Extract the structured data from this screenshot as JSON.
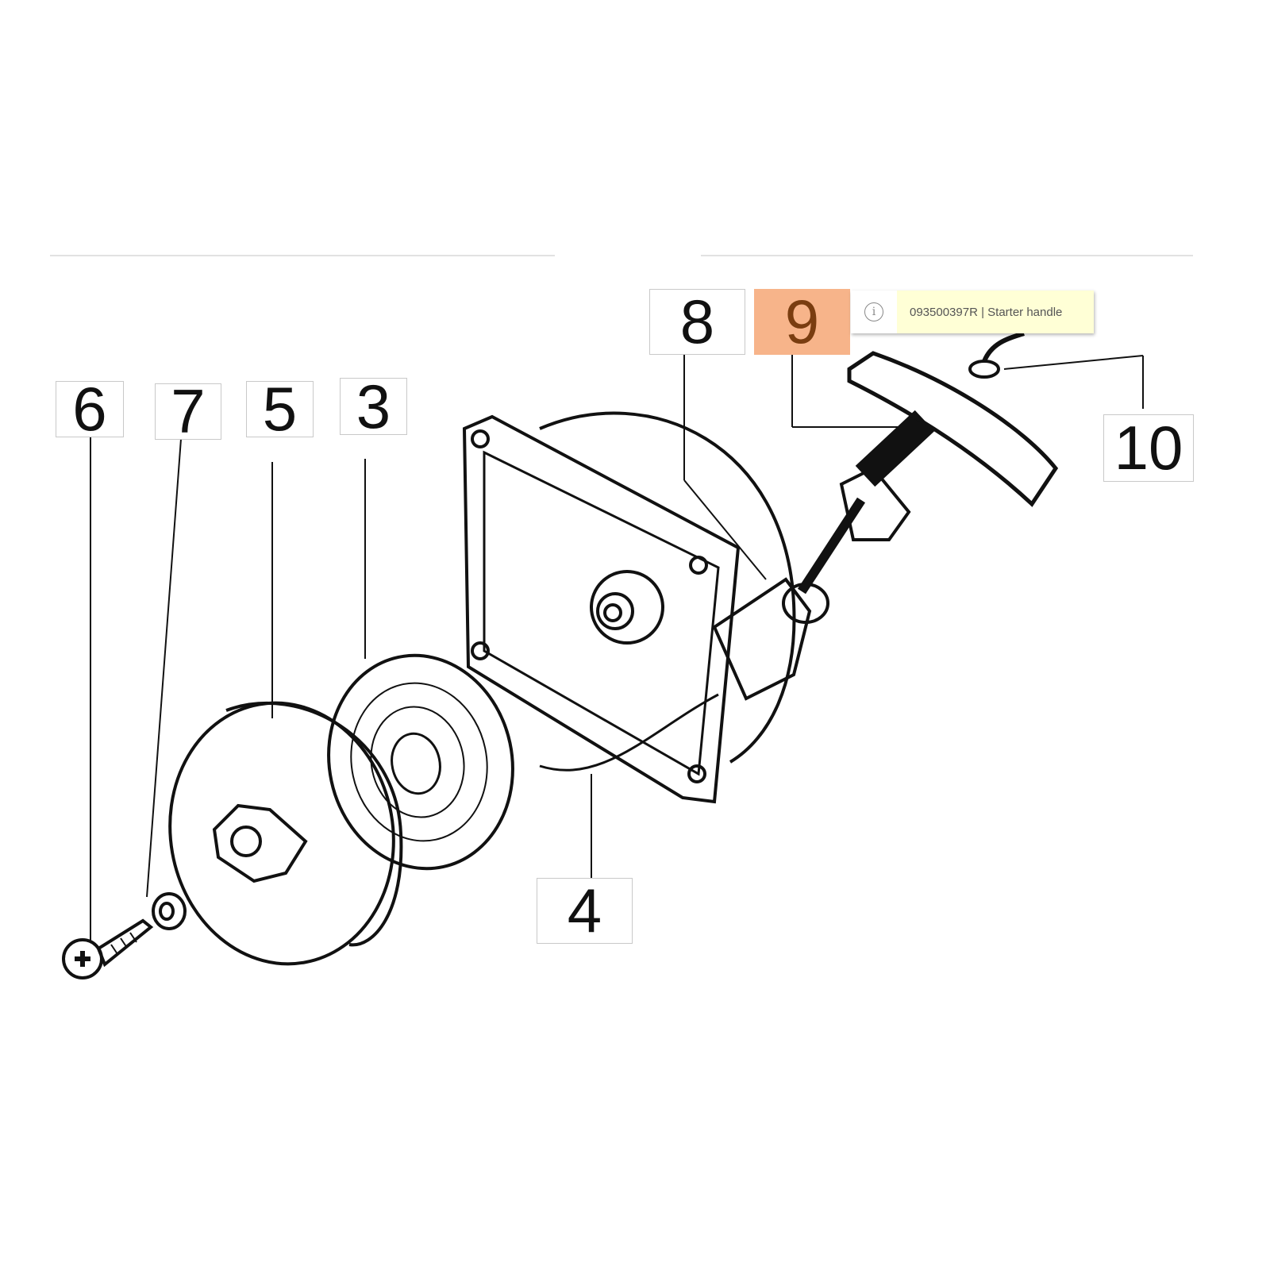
{
  "labels": {
    "l6": "6",
    "l7": "7",
    "l5": "5",
    "l3": "3",
    "l8": "8",
    "l9": "9",
    "l10": "10",
    "l4": "4"
  },
  "tooltip": {
    "icon": "info-icon",
    "glyph": "i",
    "text": "093500397R | Starter handle"
  },
  "colors": {
    "highlight": "#f7b48a",
    "highlight_text": "#7a3d10",
    "tooltip_bg": "#ffffd6"
  }
}
